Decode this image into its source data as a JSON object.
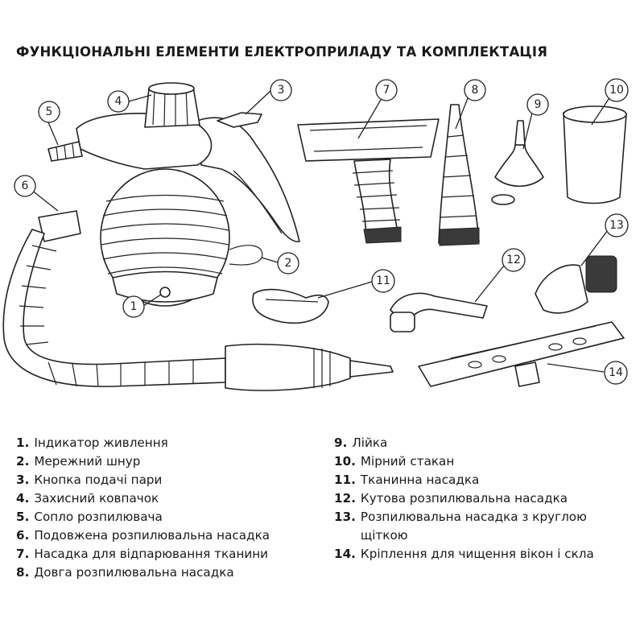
{
  "title": "ФУНКЦІОНАЛЬНІ ЕЛЕМЕНТИ ЕЛЕКТРОПРИЛАДУ ТА КОМПЛЕКТАЦІЯ",
  "callouts": [
    "1",
    "2",
    "3",
    "4",
    "5",
    "6",
    "7",
    "8",
    "9",
    "10",
    "11",
    "12",
    "13",
    "14"
  ],
  "legend_left": [
    {
      "num": "1.",
      "text": "Індикатор живлення"
    },
    {
      "num": "2.",
      "text": "Мережний шнур"
    },
    {
      "num": "3.",
      "text": "Кнопка подачі пари"
    },
    {
      "num": "4.",
      "text": "Захисний ковпачок"
    },
    {
      "num": "5.",
      "text": "Сопло розпилювача"
    },
    {
      "num": "6.",
      "text": "Подовжена розпилювальна насадка"
    },
    {
      "num": "7.",
      "text": "Насадка для відпарювання тканини"
    },
    {
      "num": "8.",
      "text": "Довга розпилювальна насадка"
    }
  ],
  "legend_right": [
    {
      "num": "9.",
      "text": "Лійка"
    },
    {
      "num": "10.",
      "text": "Мірний стакан"
    },
    {
      "num": "11.",
      "text": "Тканинна насадка"
    },
    {
      "num": "12.",
      "text": "Кутова розпилювальна насадка"
    },
    {
      "num": "13.",
      "text": "Розпилювальна насадка з круглою щіткою"
    },
    {
      "num": "14.",
      "text": "Кріплення для чищення вікон і скла"
    }
  ]
}
